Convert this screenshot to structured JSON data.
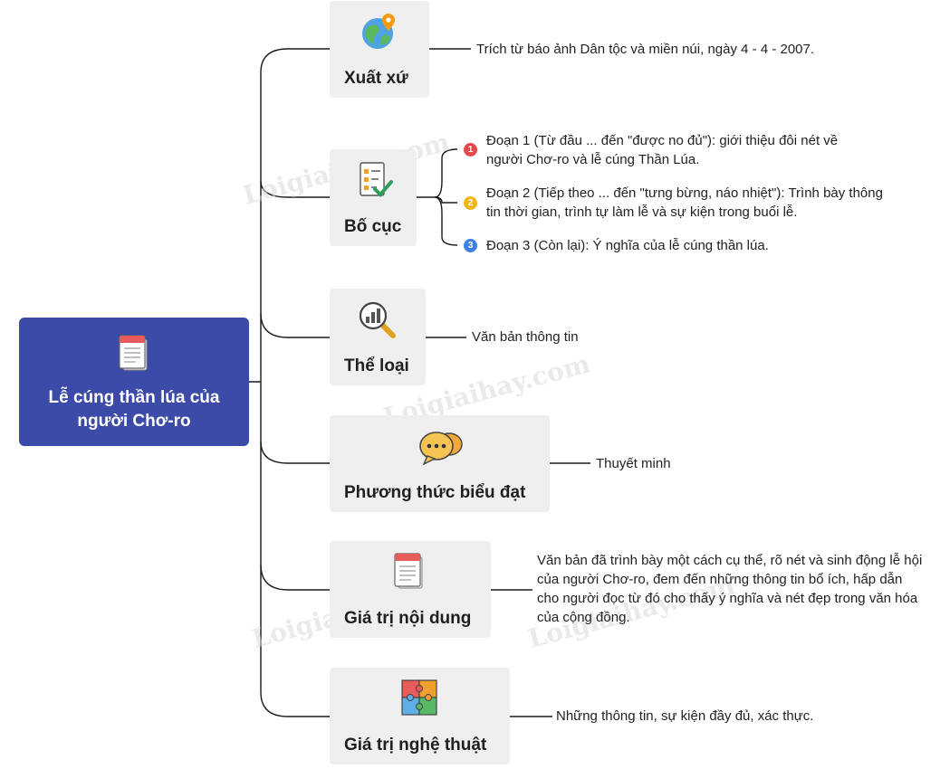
{
  "root": {
    "title": "Lễ cúng thần lúa của người Chơ-ro",
    "icon": "document-icon"
  },
  "branches": [
    {
      "label": "Xuất xứ",
      "icon": "globe-pin-icon",
      "details": [
        "Trích từ báo ảnh Dân tộc và miền núi, ngày 4 - 4 - 2007."
      ]
    },
    {
      "label": "Bố cục",
      "icon": "checklist-icon",
      "details": [
        {
          "marker": "1",
          "text": "Đoạn 1 (Từ đầu ... đến \"được no đủ\"): giới thiệu đôi nét về người Chơ-ro và lễ cúng Thần Lúa."
        },
        {
          "marker": "2",
          "text": "Đoạn 2 (Tiếp theo ... đến \"tưng bừng, náo nhiệt\"): Trình bày thông tin thời gian, trình tự làm lễ và sự kiện trong buổi lễ."
        },
        {
          "marker": "3",
          "text": "Đoạn 3 (Còn lại): Ý nghĩa của lễ cúng thần lúa."
        }
      ]
    },
    {
      "label": "Thể loại",
      "icon": "magnifier-chart-icon",
      "details": [
        "Văn bản thông tin"
      ]
    },
    {
      "label": "Phương thức biểu đạt",
      "icon": "chat-bubbles-icon",
      "details": [
        "Thuyết minh"
      ]
    },
    {
      "label": "Giá trị nội dung",
      "icon": "document-icon",
      "details": [
        "Văn bản đã trình bày một cách cụ thể, rõ nét và sinh động lễ hội của người Chơ-ro, đem đến những thông tin bổ ích, hấp dẫn cho người đọc từ đó cho thấy ý nghĩa và nét đẹp trong văn hóa của cộng đồng."
      ]
    },
    {
      "label": "Giá trị nghệ thuật",
      "icon": "puzzle-icon",
      "details": [
        "Những thông tin, sự kiện đầy đủ, xác thực."
      ]
    }
  ],
  "marker_colors": {
    "1": "#e5484d",
    "2": "#f2b616",
    "3": "#3b82e0"
  },
  "colors": {
    "root": "#3c4aa8",
    "node": "#efefef",
    "connector": "#1a1a1a"
  }
}
